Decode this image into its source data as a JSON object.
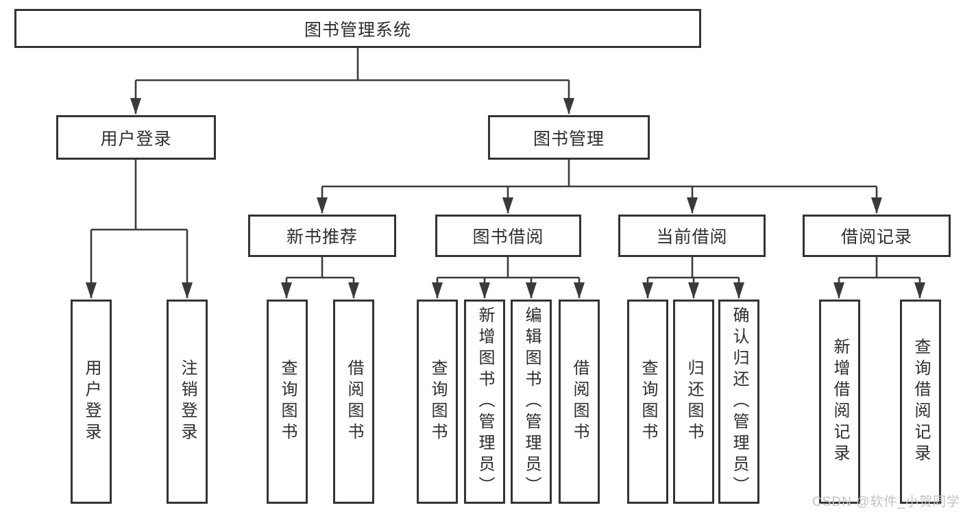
{
  "tree": {
    "root": {
      "label": "图书管理系统",
      "children": [
        {
          "label": "用户登录",
          "children": [
            {
              "label": "用户登录"
            },
            {
              "label": "注销登录"
            }
          ]
        },
        {
          "label": "图书管理",
          "children": [
            {
              "label": "新书推荐",
              "children": [
                {
                  "label": "查询图书"
                },
                {
                  "label": "借阅图书"
                }
              ]
            },
            {
              "label": "图书借阅",
              "children": [
                {
                  "label": "查询图书"
                },
                {
                  "label": "新增图书（管理员）"
                },
                {
                  "label": "编辑图书（管理员）"
                },
                {
                  "label": "借阅图书"
                }
              ]
            },
            {
              "label": "当前借阅",
              "children": [
                {
                  "label": "查询图书"
                },
                {
                  "label": "归还图书"
                },
                {
                  "label": "确认归还（管理员）"
                }
              ]
            },
            {
              "label": "借阅记录",
              "children": [
                {
                  "label": "新增借阅记录"
                },
                {
                  "label": "查询借阅记录"
                }
              ]
            }
          ]
        }
      ]
    }
  },
  "watermark": "CSDN @软件_小贺同学",
  "colors": {
    "box_border": "#333333",
    "connector": "#3a3a3a",
    "text": "#2d2d2d",
    "watermark_text": "#c2c2c2",
    "background": "#ffffff"
  }
}
